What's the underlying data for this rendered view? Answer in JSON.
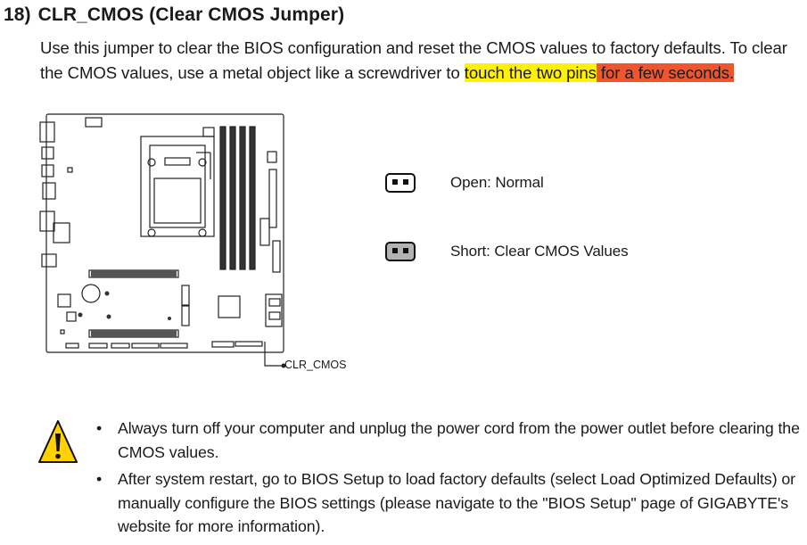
{
  "section": {
    "number": "18)",
    "title": "CLR_CMOS (Clear CMOS Jumper)"
  },
  "intro": {
    "part1": "Use this jumper to clear the BIOS configuration and reset the CMOS values to factory defaults. To clear the CMOS values, use a metal object like a screwdriver to ",
    "highlight_yellow": "touch the two pins",
    "highlight_red": " for a few seconds.",
    "colors": {
      "yellow": "#fff200",
      "red": "#f0562e"
    }
  },
  "diagram": {
    "callout_label": "CLR_CMOS"
  },
  "legend": [
    {
      "icon": "open-jumper-icon",
      "label": "Open: Normal"
    },
    {
      "icon": "short-jumper-icon",
      "label": "Short: Clear CMOS Values"
    }
  ],
  "warning": {
    "icon": "warning-triangle-icon",
    "notes": [
      "Always turn off your computer and unplug the power cord from the power outlet before clearing the CMOS values.",
      "After system restart, go to BIOS Setup to load factory defaults (select Load Optimized Defaults) or manually configure the BIOS settings (please navigate to the \"BIOS Setup\" page of GIGABYTE's website for more information)."
    ]
  }
}
